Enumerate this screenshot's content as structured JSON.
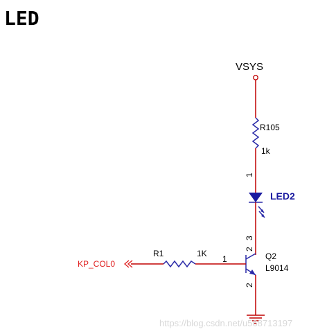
{
  "page": {
    "heading": "LED"
  },
  "power": {
    "net": "VSYS"
  },
  "r105": {
    "ref": "R105",
    "value": "1k"
  },
  "led": {
    "ref": "LED2",
    "pin": "1"
  },
  "q2": {
    "ref": "Q2",
    "part": "L9014",
    "pin_base": "1",
    "pin_collector_a": "3",
    "pin_collector_b": "2",
    "pin_emitter": "2"
  },
  "r1": {
    "ref": "R1",
    "value": "1K"
  },
  "net_in": {
    "name": "KP_COL0"
  },
  "watermark": {
    "text": "https://blog.csdn.net/u568713197"
  },
  "colors": {
    "wire": "#c00000",
    "component": "#2a2aa8",
    "net_label": "#e02020",
    "led_label": "#1a1aa0"
  }
}
